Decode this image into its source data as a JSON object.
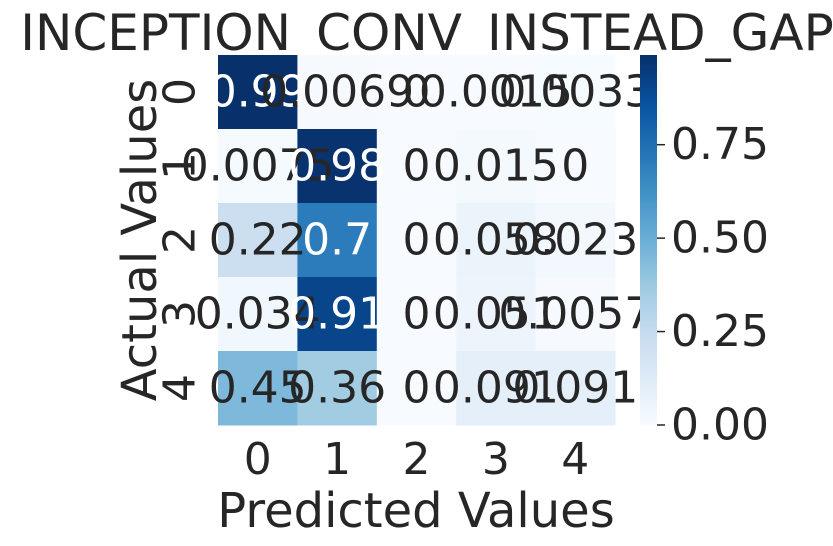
{
  "chart_data": {
    "type": "heatmap",
    "title": "INCEPTION_CONV_INSTEAD_GAP",
    "xlabel": "Predicted Values",
    "ylabel": "Actual Values",
    "x_tick_labels": [
      "0",
      "1",
      "2",
      "3",
      "4"
    ],
    "y_tick_labels": [
      "0",
      "1",
      "2",
      "3",
      "4"
    ],
    "annotations": [
      [
        "0.99",
        "0.0069",
        "0",
        "0.0015",
        "0.0033"
      ],
      [
        "0.0075",
        "0.98",
        "0",
        "0.015",
        "0"
      ],
      [
        "0.22",
        "0.7",
        "0",
        "0.058",
        "0.023"
      ],
      [
        "0.034",
        "0.91",
        "0",
        "0.051",
        "0.0057"
      ],
      [
        "0.45",
        "0.36",
        "0",
        "0.091",
        "0.091"
      ]
    ],
    "values": [
      [
        0.99,
        0.0069,
        0,
        0.0015,
        0.0033
      ],
      [
        0.0075,
        0.98,
        0,
        0.015,
        0
      ],
      [
        0.22,
        0.7,
        0,
        0.058,
        0.023
      ],
      [
        0.034,
        0.91,
        0,
        0.051,
        0.0057
      ],
      [
        0.45,
        0.36,
        0,
        0.091,
        0.091
      ]
    ],
    "colormap": "Blues",
    "vmin": 0,
    "vmax": 0.99,
    "colorbar_ticks": [
      "0.00",
      "0.25",
      "0.50",
      "0.75"
    ],
    "colorbar_tick_values": [
      0,
      0.25,
      0.5,
      0.75
    ],
    "text_colors": {
      "dark": "#262626",
      "light": "#ffffff"
    }
  }
}
